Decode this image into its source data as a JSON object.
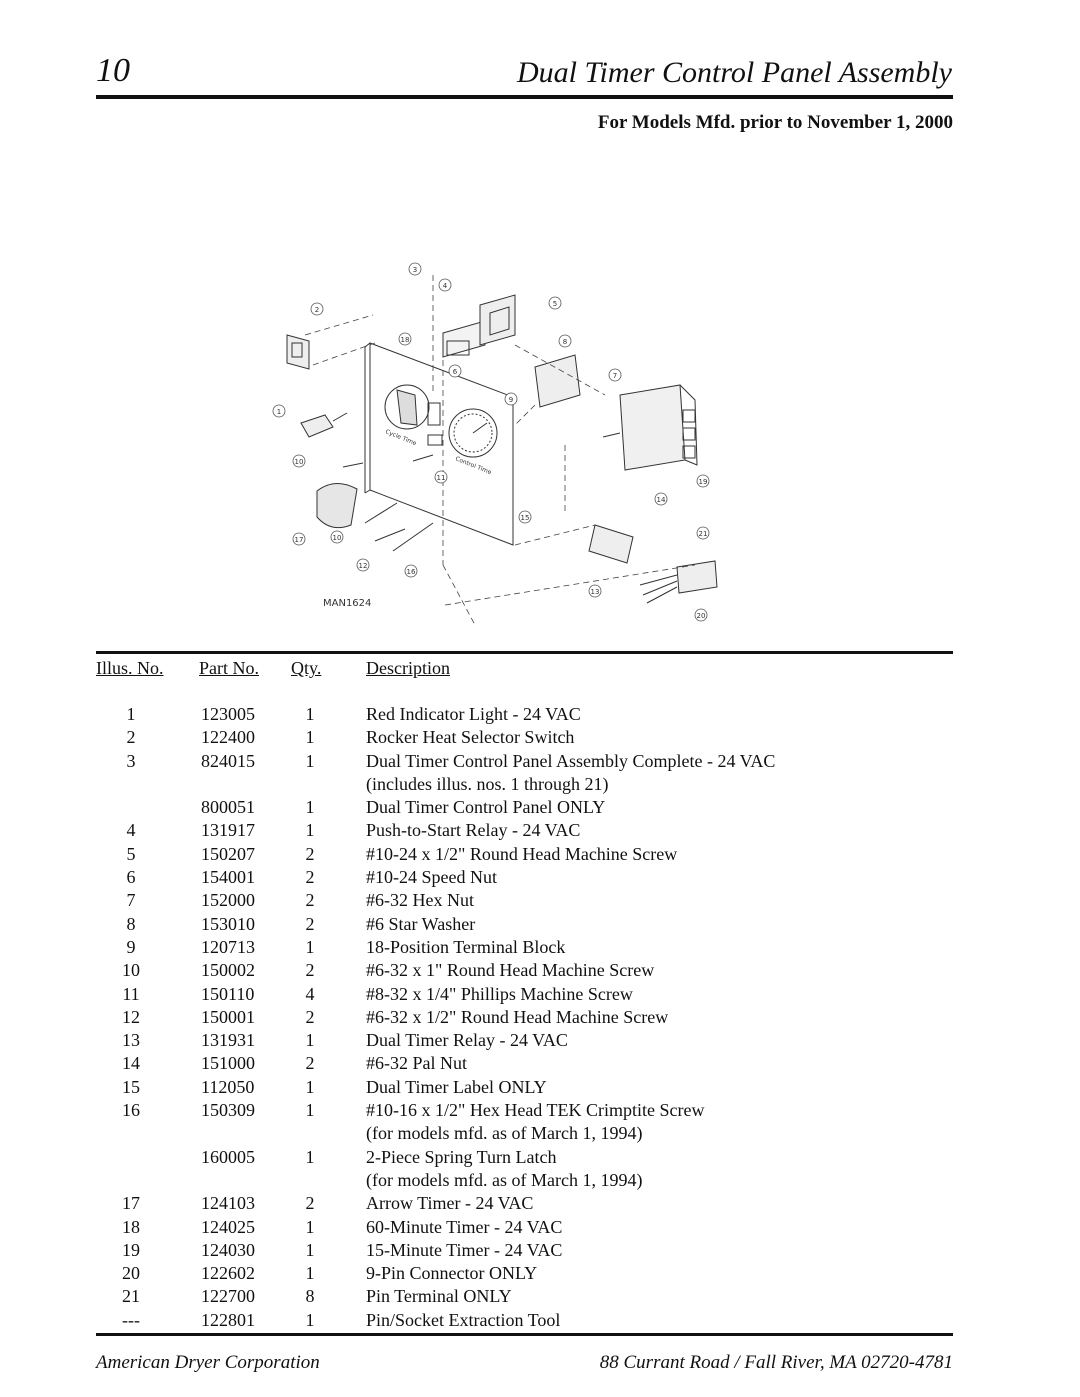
{
  "header": {
    "page_number": "10",
    "title": "Dual Timer Control Panel Assembly",
    "subtitle": "For Models Mfd. prior to November 1, 2000"
  },
  "diagram": {
    "drawing_code": "MAN1624",
    "callouts": [
      "1",
      "2",
      "3",
      "4",
      "5",
      "6",
      "7",
      "8",
      "9",
      "10",
      "11",
      "12",
      "13",
      "14",
      "15",
      "16",
      "17",
      "18",
      "19",
      "20",
      "21",
      "10"
    ],
    "dial_labels": [
      "Cycle Time",
      "Control Time"
    ]
  },
  "table": {
    "headers": {
      "illus": "Illus. No.",
      "part": "Part No.",
      "qty": "Qty.",
      "desc": "Description"
    },
    "rows": [
      {
        "illus": "1",
        "part": "123005",
        "qty": "1",
        "desc": "Red Indicator Light - 24 VAC"
      },
      {
        "illus": "2",
        "part": "122400",
        "qty": "1",
        "desc": "Rocker Heat Selector Switch"
      },
      {
        "illus": "3",
        "part": "824015",
        "qty": "1",
        "desc": "Dual Timer Control Panel Assembly Complete - 24 VAC"
      },
      {
        "illus": "",
        "part": "",
        "qty": "",
        "desc": "(includes illus. nos. 1 through 21)"
      },
      {
        "illus": "",
        "part": "800051",
        "qty": "1",
        "desc": "Dual Timer Control Panel ONLY"
      },
      {
        "illus": "4",
        "part": "131917",
        "qty": "1",
        "desc": "Push-to-Start Relay - 24 VAC"
      },
      {
        "illus": "5",
        "part": "150207",
        "qty": "2",
        "desc": "#10-24 x 1/2\" Round Head Machine Screw"
      },
      {
        "illus": "6",
        "part": "154001",
        "qty": "2",
        "desc": "#10-24 Speed Nut"
      },
      {
        "illus": "7",
        "part": "152000",
        "qty": "2",
        "desc": "#6-32 Hex Nut"
      },
      {
        "illus": "8",
        "part": "153010",
        "qty": "2",
        "desc": "#6 Star Washer"
      },
      {
        "illus": "9",
        "part": "120713",
        "qty": "1",
        "desc": "18-Position Terminal Block"
      },
      {
        "illus": "10",
        "part": "150002",
        "qty": "2",
        "desc": "#6-32 x 1\" Round Head Machine Screw"
      },
      {
        "illus": "11",
        "part": "150110",
        "qty": "4",
        "desc": "#8-32 x 1/4\" Phillips Machine Screw"
      },
      {
        "illus": "12",
        "part": "150001",
        "qty": "2",
        "desc": "#6-32 x 1/2\" Round Head Machine Screw"
      },
      {
        "illus": "13",
        "part": "131931",
        "qty": "1",
        "desc": "Dual Timer Relay - 24 VAC"
      },
      {
        "illus": "14",
        "part": "151000",
        "qty": "2",
        "desc": "#6-32 Pal Nut"
      },
      {
        "illus": "15",
        "part": "112050",
        "qty": "1",
        "desc": "Dual Timer Label ONLY"
      },
      {
        "illus": "16",
        "part": "150309",
        "qty": "1",
        "desc": "#10-16 x 1/2\" Hex Head TEK Crimptite Screw"
      },
      {
        "illus": "",
        "part": "",
        "qty": "",
        "desc": "(for models mfd. as of March 1, 1994)"
      },
      {
        "illus": "",
        "part": "160005",
        "qty": "1",
        "desc": "2-Piece Spring Turn Latch"
      },
      {
        "illus": "",
        "part": "",
        "qty": "",
        "desc": "(for models mfd. as of March 1, 1994)"
      },
      {
        "illus": "17",
        "part": "124103",
        "qty": "2",
        "desc": "Arrow Timer - 24 VAC"
      },
      {
        "illus": "18",
        "part": "124025",
        "qty": "1",
        "desc": "60-Minute Timer - 24 VAC"
      },
      {
        "illus": "19",
        "part": "124030",
        "qty": "1",
        "desc": "15-Minute Timer - 24 VAC"
      },
      {
        "illus": "20",
        "part": "122602",
        "qty": "1",
        "desc": "9-Pin Connector ONLY"
      },
      {
        "illus": "21",
        "part": "122700",
        "qty": "8",
        "desc": "Pin Terminal ONLY"
      },
      {
        "illus": "---",
        "part": "122801",
        "qty": "1",
        "desc": "Pin/Socket Extraction Tool"
      }
    ]
  },
  "footer": {
    "company": "American Dryer Corporation",
    "address": "88 Currant Road  /  Fall River, MA 02720-4781"
  }
}
